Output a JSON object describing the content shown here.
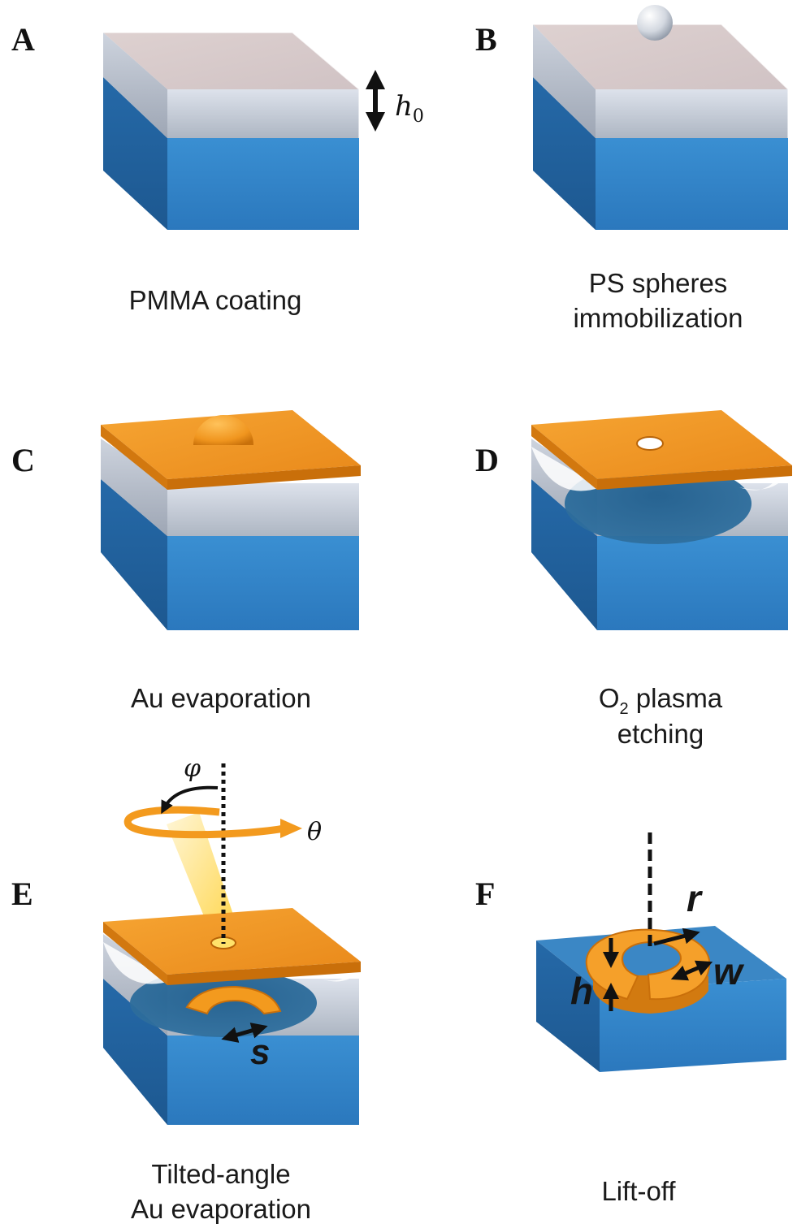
{
  "panels": {
    "A": {
      "letter": "A",
      "caption": [
        "PMMA coating"
      ],
      "height_label": "h",
      "height_sub": "0"
    },
    "B": {
      "letter": "B",
      "caption": [
        "PS spheres",
        "immobilization"
      ]
    },
    "C": {
      "letter": "C",
      "caption": [
        "Au evaporation"
      ]
    },
    "D": {
      "letter": "D",
      "caption_main": "O",
      "caption_sub": "2",
      "caption_rest": " plasma",
      "caption_line2": "etching"
    },
    "E": {
      "letter": "E",
      "caption": [
        "Tilted-angle",
        "Au evaporation"
      ],
      "angle_phi": "φ",
      "angle_theta": "θ",
      "gap_label": "s"
    },
    "F": {
      "letter": "F",
      "caption": [
        "Lift-off"
      ],
      "radius_label": "r",
      "height_label": "h",
      "width_label": "w"
    }
  },
  "colors": {
    "substrate_top": "#3a86c6",
    "substrate_front": "#2f7fc4",
    "substrate_side": "#1f63a3",
    "pmma": "#c9cfdc",
    "gold": "#f39a1e",
    "gold_dark": "#c96f0a",
    "sphere": "#dfe3ea"
  }
}
